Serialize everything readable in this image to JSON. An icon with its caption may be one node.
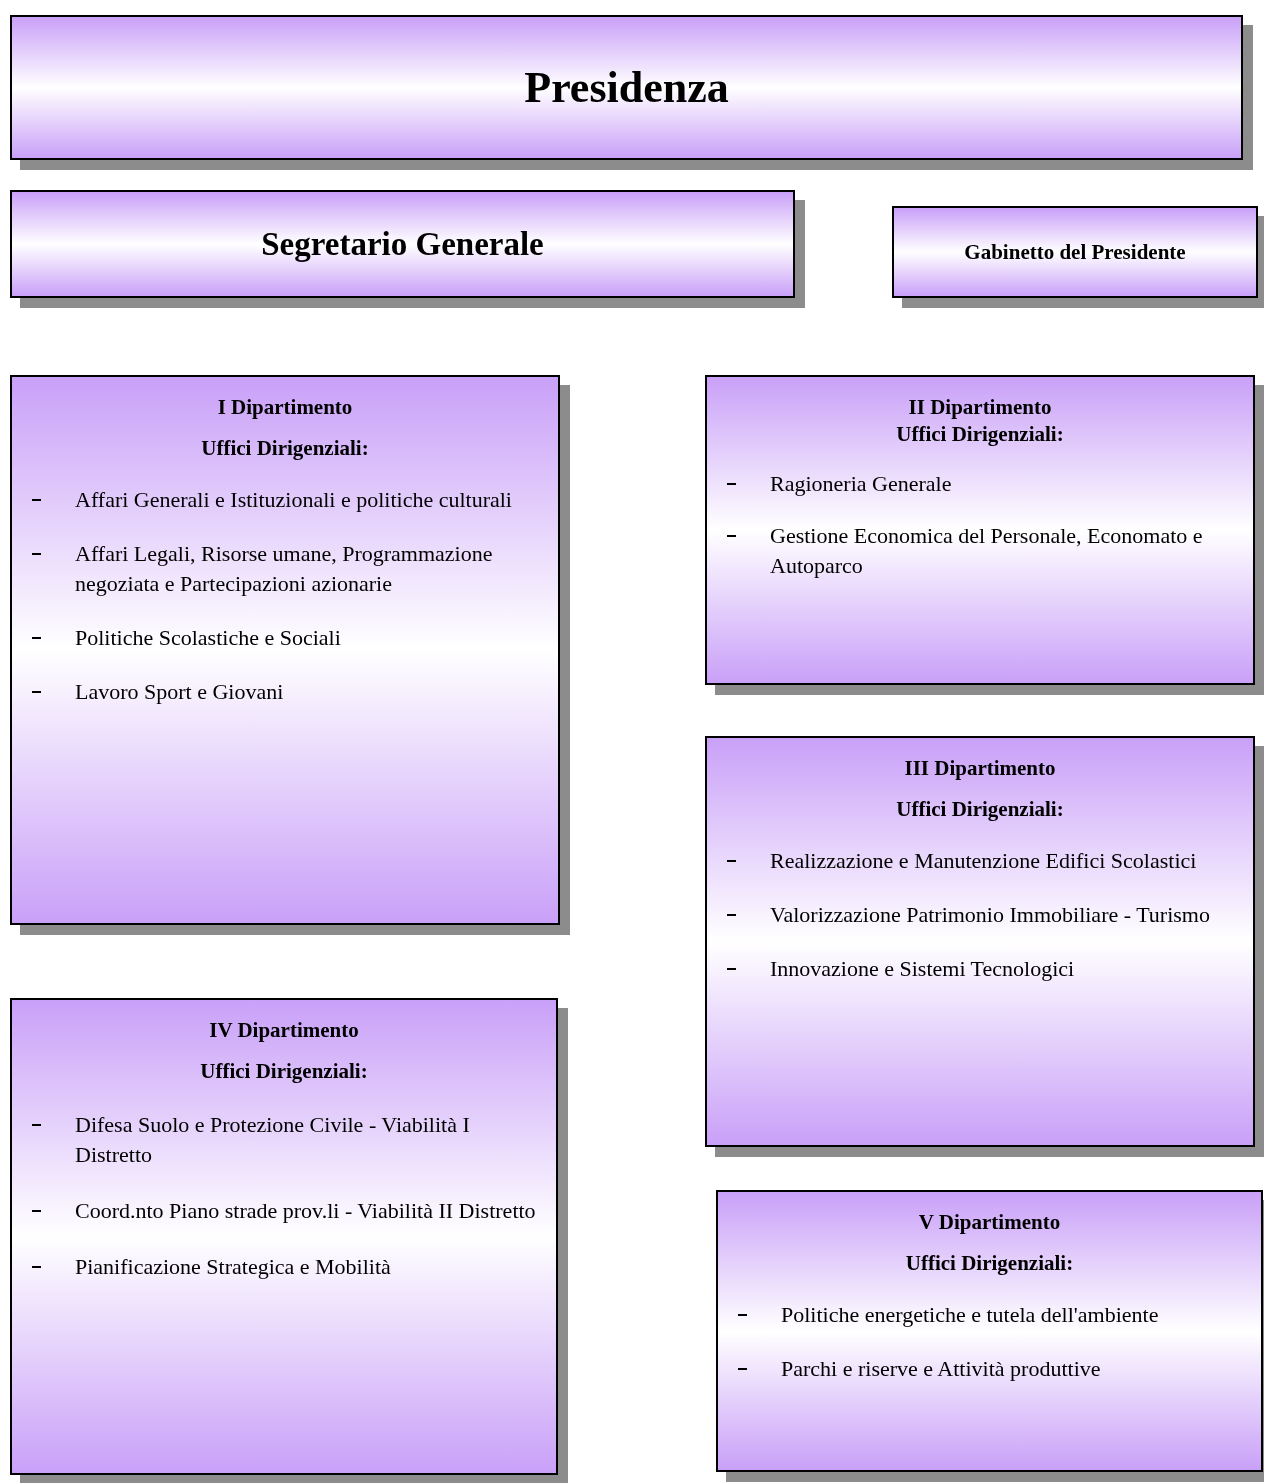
{
  "diagram": {
    "nodes": [
      {
        "text": [
          "Presidenza"
        ]
      },
      {
        "text": [
          "Segretario Generale"
        ]
      },
      {
        "text": [
          "Gabinetto del Presidente"
        ]
      },
      {
        "text": [
          "I  Dipartimento",
          "Uffici Dirigenziali:",
          "Affari Generali e Istituzionali e politiche culturali",
          "Affari Legali, Risorse umane, Programmazione negoziata e Partecipazioni azionarie",
          "Politiche Scolastiche e Sociali",
          "Lavoro Sport e Giovani"
        ]
      },
      {
        "text": [
          "II  Dipartimento",
          "Uffici Dirigenziali:",
          "Ragioneria  Generale",
          "Gestione Economica del Personale, Economato e Autoparco"
        ]
      },
      {
        "text": [
          "III  Dipartimento",
          "Uffici Dirigenziali:",
          "Realizzazione e Manutenzione  Edifici Scolastici",
          "Valorizzazione Patrimonio Immobiliare - Turismo",
          "Innovazione e Sistemi Tecnologici"
        ]
      },
      {
        "text": [
          "IV  Dipartimento",
          "Uffici Dirigenziali:",
          "Difesa Suolo e Protezione Civile - Viabilità  I  Distretto",
          "Coord.nto Piano strade prov.li - Viabilità  II  Distretto",
          "Pianificazione Strategica e Mobilità"
        ]
      },
      {
        "text": [
          "V  Dipartimento",
          "Uffici Dirigenziali:",
          "Politiche energetiche e tutela dell'ambiente",
          "Parchi e riserve e Attività produttive"
        ]
      }
    ],
    "edges": []
  }
}
